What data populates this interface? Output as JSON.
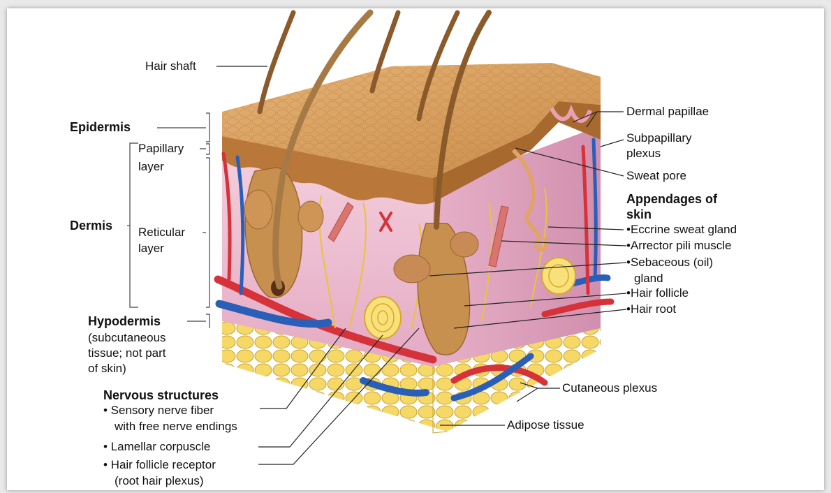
{
  "labels": {
    "hair_shaft": "Hair shaft",
    "epidermis": "Epidermis",
    "papillary_layer_1": "Papillary",
    "papillary_layer_2": "layer",
    "dermis": "Dermis",
    "reticular_layer_1": "Reticular",
    "reticular_layer_2": "layer",
    "hypodermis": "Hypodermis",
    "hypodermis_note_1": "(subcutaneous",
    "hypodermis_note_2": "tissue; not part",
    "hypodermis_note_3": "of skin)",
    "nervous_structures": "Nervous structures",
    "sensory_nerve_1": "• Sensory nerve fiber",
    "sensory_nerve_2": "with free nerve endings",
    "lamellar_corpuscle": "• Lamellar corpuscle",
    "hair_follicle_receptor_1": "• Hair follicle receptor",
    "hair_follicle_receptor_2": "(root hair plexus)",
    "dermal_papillae": "Dermal papillae",
    "subpapillary_plexus_1": "Subpapillary",
    "subpapillary_plexus_2": "plexus",
    "sweat_pore": "Sweat pore",
    "appendages_1": "Appendages of",
    "appendages_2": "skin",
    "eccrine_sweat_gland": "•Eccrine sweat gland",
    "arrector_pili": "•Arrector pili muscle",
    "sebaceous_1": "•Sebaceous (oil)",
    "sebaceous_2": "gland",
    "hair_follicle": "•Hair follicle",
    "hair_root": "•Hair root",
    "cutaneous_plexus": "Cutaneous plexus",
    "adipose_tissue": "Adipose tissue"
  },
  "colors": {
    "epidermis_tan": "#d9a060",
    "epidermis_dark": "#a8692e",
    "dermis_pink": "#f0c6d4",
    "dermis_pink_dark": "#d69bb6",
    "hypodermis_fat": "#f2cf5a",
    "artery_red": "#d6323a",
    "vein_blue": "#2a5fb8",
    "nerve_yellow": "#f3d04a",
    "hair_brown": "#8a5a2b",
    "follicle_tan": "#c8904f"
  }
}
